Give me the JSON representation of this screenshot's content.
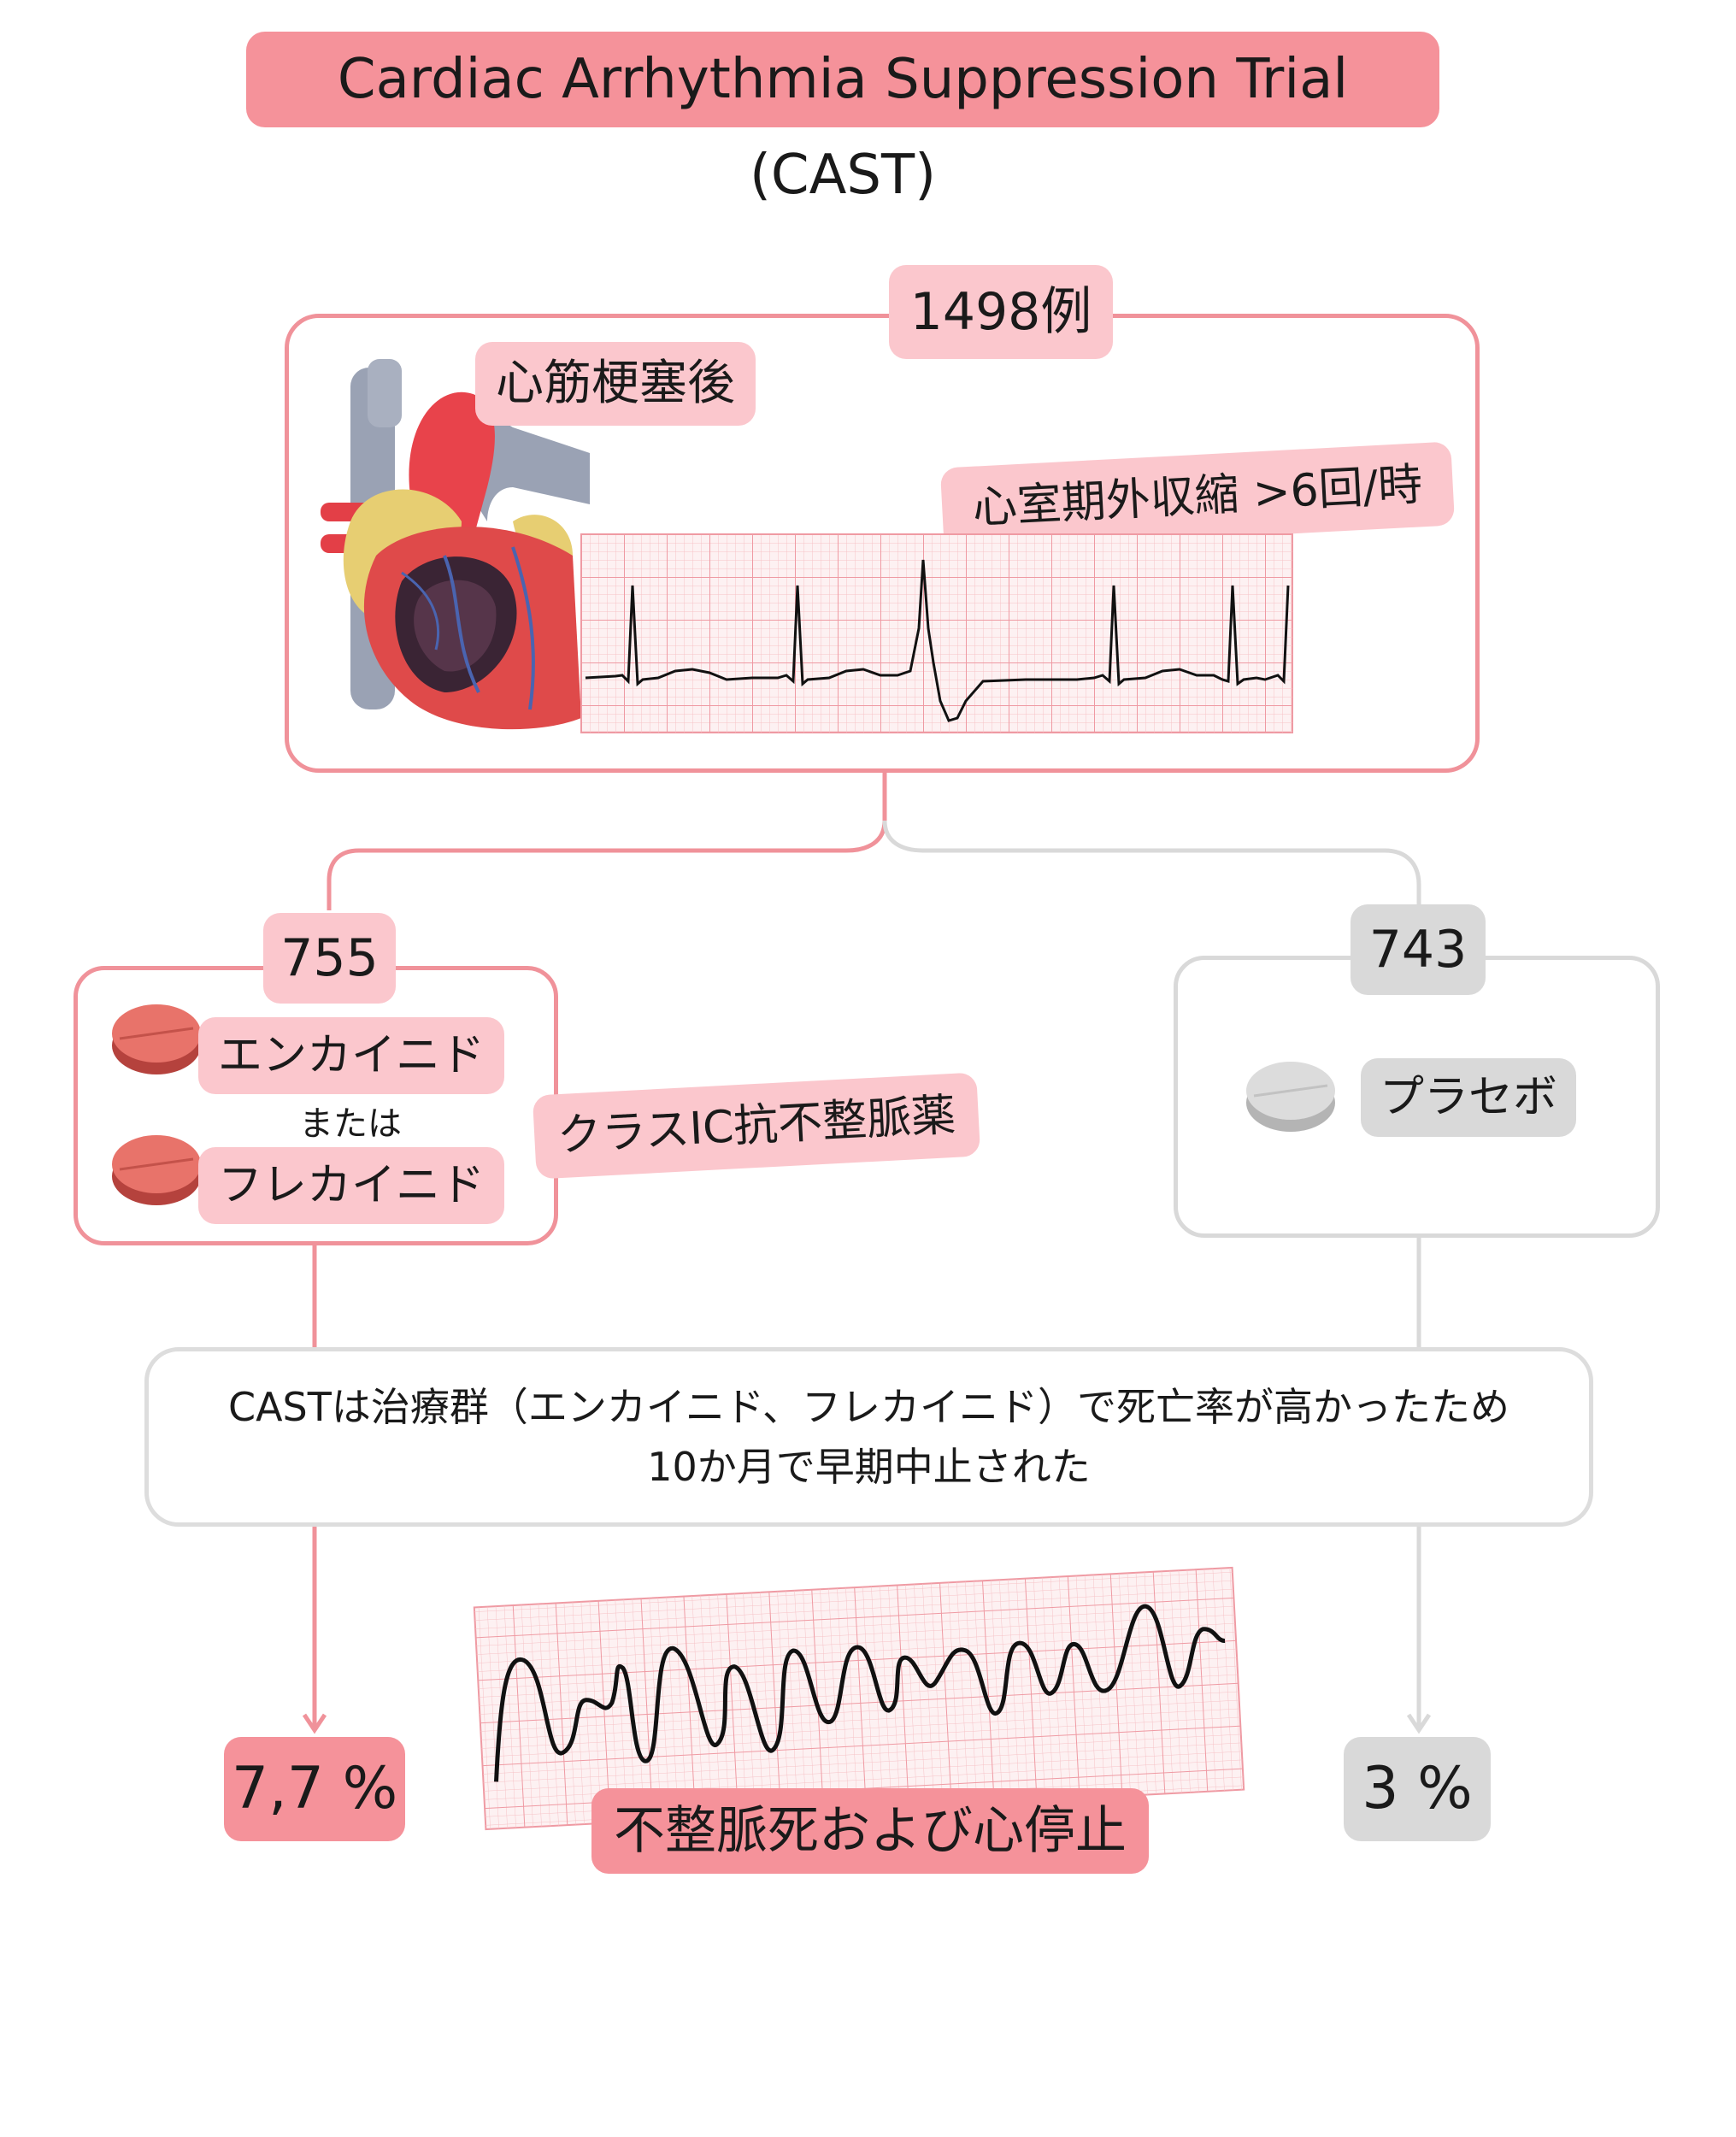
{
  "title": "Cardiac Arrhythmia Suppression Trial (CAST)",
  "total": {
    "count_label": "1498例",
    "condition_label": "心筋梗塞後",
    "ecg_label": "心室期外収縮 >6回/時"
  },
  "treatment_arm": {
    "count_label": "755",
    "drug1_label": "エンカイニド",
    "or_label": "または",
    "drug2_label": "フレカイニド",
    "class_label": "クラスIC抗不整脈薬",
    "result_label": "7,7 %"
  },
  "placebo_arm": {
    "count_label": "743",
    "drug_label": "プラセボ",
    "result_label": "3 %"
  },
  "note": {
    "line1": "CASTは治療群（エンカイニド、フレカイニド）で死亡率が高かったため",
    "line2": "10か月で早期中止された"
  },
  "outcome_label": "不整脈死および心停止",
  "colors": {
    "accent_pink": "#f5929a",
    "light_pink": "#fbc7cd",
    "grey": "#d9d9d9",
    "pill_red": "#e8736a"
  }
}
